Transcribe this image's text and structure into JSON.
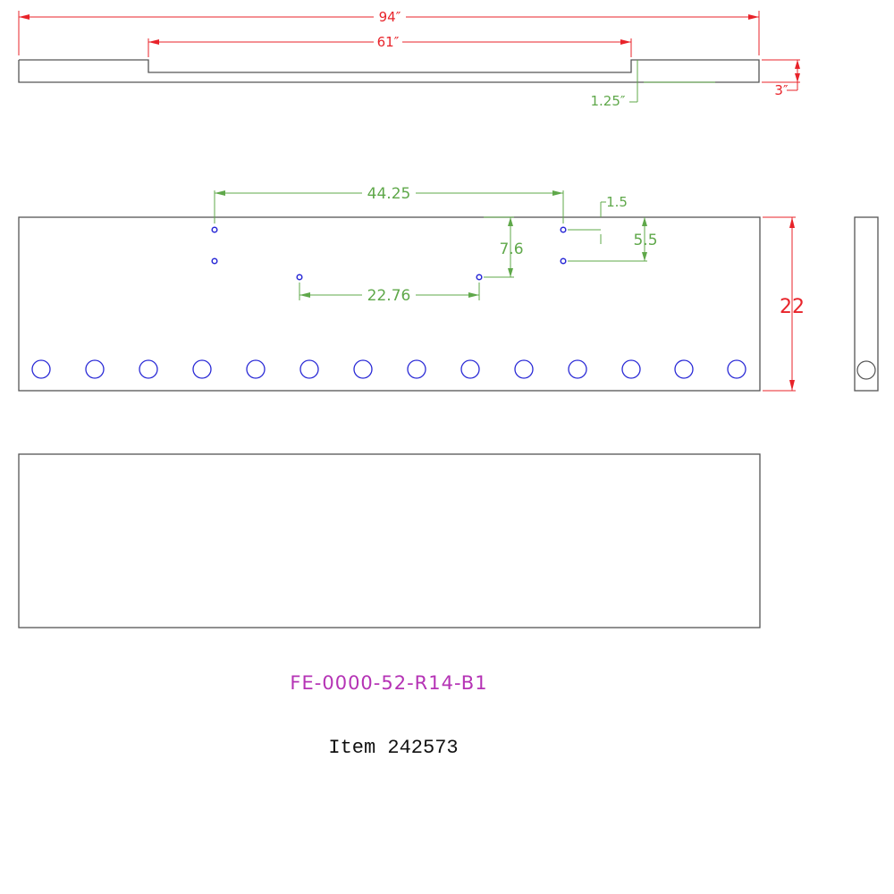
{
  "dimensions": {
    "overall_length": "94″",
    "slot_length": "61″",
    "thickness": "3″",
    "slot_depth": "1.25″",
    "hole_span_large": "44.25",
    "hole_span_small": "22.76",
    "vertical_offset": "7.6",
    "top_offset": "1.5",
    "hole_spacing": "5.5",
    "height": "22"
  },
  "colors": {
    "outline": "#555555",
    "red_dims": "#e8232a",
    "green_dims": "#5fa84a",
    "holes": "#2a2ad6",
    "part_number": "#b533b5"
  },
  "part_number": "FE-0000-52-R14-B1",
  "item_label": "Item 242573"
}
